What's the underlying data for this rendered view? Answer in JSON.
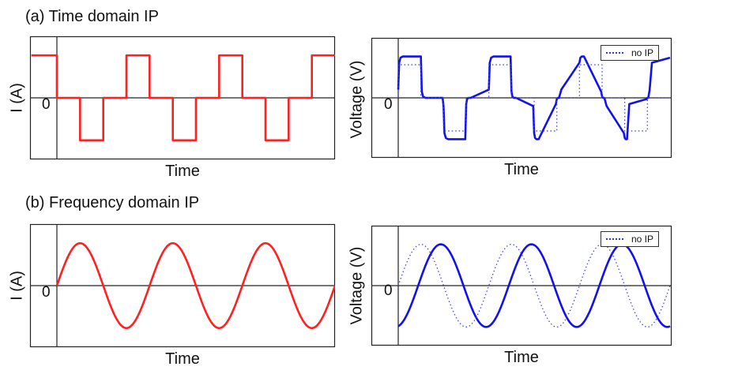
{
  "sections": {
    "a": {
      "title": "(a) Time domain IP"
    },
    "b": {
      "title": "(b) Frequency domain IP"
    }
  },
  "colors": {
    "current": "#ff2020",
    "voltage": "#1111ee",
    "voltage_noip": "#4444ee",
    "axes": "#222222"
  },
  "chart_data": [
    {
      "id": "a-current",
      "type": "line",
      "xlabel": "Time",
      "ylabel": "I (A)",
      "zero_label": "0",
      "xlim": [
        0,
        6
      ],
      "ylim": [
        -1.45,
        1.45
      ],
      "series": [
        {
          "x": [
            -0.55,
            0,
            0,
            0.5,
            0.5,
            1,
            1,
            1.5,
            1.5,
            2,
            2,
            2.5,
            2.5,
            3,
            3,
            3.5,
            3.5,
            4,
            4,
            4.5,
            4.5,
            5,
            5,
            5.5,
            5.5,
            6
          ],
          "values": [
            1,
            1,
            0,
            0,
            -1,
            -1,
            0,
            0,
            1,
            1,
            0,
            0,
            -1,
            -1,
            0,
            0,
            1,
            1,
            0,
            0,
            -1,
            -1,
            0,
            0,
            1,
            1
          ],
          "style": "solid"
        }
      ]
    },
    {
      "id": "a-voltage",
      "type": "line",
      "xlabel": "Time",
      "ylabel": "Voltage (V)",
      "zero_label": "0",
      "legend": "no IP",
      "legend_position": "top-right",
      "xlim": [
        0,
        6
      ],
      "ylim": [
        -1.45,
        1.45
      ],
      "series": [
        {
          "x": [
            0,
            0.02,
            0.05,
            0.1,
            0.5,
            0.52,
            0.55,
            0.6,
            0.98,
            1.0,
            1.02,
            1.05,
            1.1,
            1.48,
            1.5,
            1.52,
            1.55,
            1.6,
            2.0,
            2.02,
            2.05,
            2.1,
            2.48,
            2.5,
            2.52,
            2.55,
            2.6,
            2.98,
            3.0,
            3.02,
            3.05,
            3.1,
            3.48,
            3.5,
            3.52,
            3.55,
            3.6,
            4.0,
            4.02,
            4.05,
            4.1,
            4.48,
            4.5,
            4.52,
            4.55,
            4.6,
            4.98,
            5.0,
            5.02,
            5.05,
            5.1,
            5.48,
            5.5,
            5.52,
            5.55,
            5.6,
            6.0
          ],
          "values": [
            0.2,
            0.85,
            0.97,
            1.0,
            1.0,
            0.15,
            0.03,
            0.0,
            0.0,
            -0.2,
            -0.85,
            -0.97,
            -1.0,
            -1.0,
            -0.15,
            -0.03,
            0.0,
            0.0,
            0.2,
            0.85,
            0.97,
            1.0,
            1.0,
            0.15,
            0.03,
            0.0,
            0.0,
            -0.2,
            -0.85,
            -0.97,
            -1.0,
            -1.0,
            -0.15,
            -0.03,
            0.0,
            0.0,
            0.2,
            0.85,
            0.97,
            1.0,
            1.0,
            0.15,
            0.03,
            0.0,
            0.0,
            -0.2,
            -0.85,
            -0.97,
            -1.0,
            -1.0,
            -0.15,
            -0.03,
            0.0,
            0.0,
            0.2,
            0.85,
            0.97
          ],
          "style": "solid"
        },
        {
          "name": "no IP",
          "x": [
            0,
            0,
            0.5,
            0.5,
            1.0,
            1.0,
            1.5,
            1.5,
            2.0,
            2.0,
            2.5,
            2.5,
            3.0,
            3.0,
            3.5,
            3.5,
            4.0,
            4.0,
            4.5,
            4.5,
            5.0,
            5.0,
            5.5,
            5.5,
            6.0
          ],
          "values": [
            0,
            0.8,
            0.8,
            0,
            0,
            -0.8,
            -0.8,
            0,
            0,
            0.8,
            0.8,
            0,
            0,
            -0.8,
            -0.8,
            0,
            0,
            0.8,
            0.8,
            0,
            0,
            -0.8,
            -0.8,
            0,
            0
          ],
          "style": "dotted"
        }
      ]
    },
    {
      "id": "b-current",
      "type": "line",
      "xlabel": "Time",
      "ylabel": "I (A)",
      "zero_label": "0",
      "xlim": [
        0,
        6
      ],
      "ylim": [
        -1.45,
        1.45
      ],
      "series": [
        {
          "function": "sine",
          "amplitude": 1,
          "period": 2,
          "phase_periods": 0,
          "x_range": [
            0,
            6
          ],
          "style": "solid"
        }
      ]
    },
    {
      "id": "b-voltage",
      "type": "line",
      "xlabel": "Time",
      "ylabel": "Voltage (V)",
      "zero_label": "0",
      "legend": "no IP",
      "legend_position": "top-right",
      "xlim": [
        0,
        6
      ],
      "ylim": [
        -1.45,
        1.45
      ],
      "series": [
        {
          "function": "sine",
          "amplitude": 1,
          "period": 2,
          "phase_periods": 0.22,
          "x_range": [
            0,
            6
          ],
          "style": "solid"
        },
        {
          "name": "no IP",
          "function": "sine",
          "amplitude": 1,
          "period": 2,
          "phase_periods": 0,
          "x_range": [
            0,
            6
          ],
          "style": "dotted"
        }
      ]
    }
  ]
}
